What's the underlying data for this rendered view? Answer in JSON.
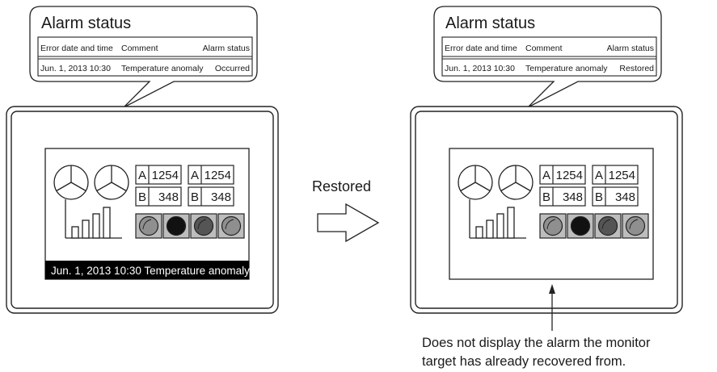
{
  "left": {
    "callout": {
      "title": "Alarm status",
      "headers": [
        "Error date and time",
        "Comment",
        "Alarm status"
      ],
      "row": [
        "Jun. 1, 2013 10:30",
        "Temperature anomaly",
        "Occurred"
      ]
    },
    "panel": {
      "cells": [
        {
          "label": "A",
          "value": "1254"
        },
        {
          "label": "A",
          "value": "1254"
        },
        {
          "label": "B",
          "value": "348"
        },
        {
          "label": "B",
          "value": "348"
        }
      ],
      "alarm_banner": "Jun. 1, 2013 10:30  Temperature anomaly"
    }
  },
  "transition": {
    "label": "Restored"
  },
  "right": {
    "callout": {
      "title": "Alarm status",
      "headers": [
        "Error date and time",
        "Comment",
        "Alarm status"
      ],
      "row": [
        "Jun. 1, 2013 10:30",
        "Temperature anomaly",
        "Restored"
      ]
    },
    "panel": {
      "cells": [
        {
          "label": "A",
          "value": "1254"
        },
        {
          "label": "A",
          "value": "1254"
        },
        {
          "label": "B",
          "value": "348"
        },
        {
          "label": "B",
          "value": "348"
        }
      ]
    },
    "note": {
      "line1": "Does not display the alarm the monitor",
      "line2": "target has already recovered from."
    }
  },
  "colors": {
    "lamp_light": "#8f8f8f",
    "lamp_dark": "#111111",
    "lamp_mid": "#555555",
    "banner_bg": "#000000",
    "banner_text": "#ffffff"
  }
}
